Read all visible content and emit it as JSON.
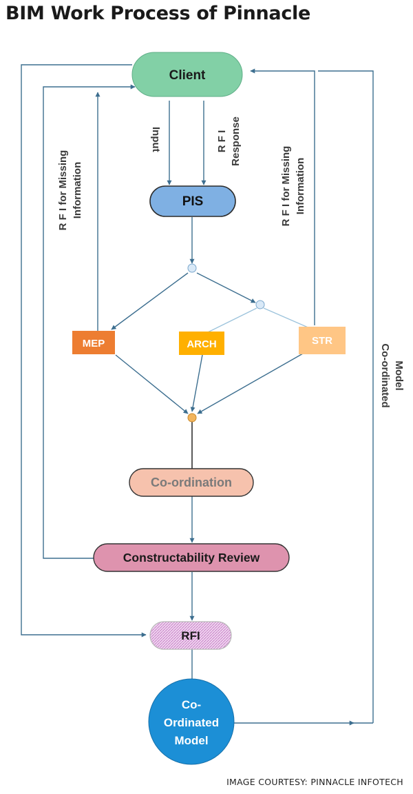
{
  "title": "BIM Work Process of Pinnacle",
  "credit": "IMAGE COURTESY: PINNACLE INFOTECH",
  "nodes": {
    "client": "Client",
    "pis": "PIS",
    "mep": "MEP",
    "arch": "ARCH",
    "str": "STR",
    "coordination": "Co-ordination",
    "constructability": "Constructability Review",
    "rfi": "RFI",
    "model_line1": "Co-",
    "model_line2": "Ordinated",
    "model_line3": "Model"
  },
  "edge_labels": {
    "input": "Input",
    "rfi_response_1": "R F I",
    "rfi_response_2": "Response",
    "rfi_missing_left_1": "R F I for Missing",
    "rfi_missing_left_2": "Information",
    "rfi_missing_right_1": "R F I for Missing",
    "rfi_missing_right_2": "Information",
    "coordinated_model_1": "Co-ordinated",
    "coordinated_model_2": "Model"
  },
  "colors": {
    "client": "#82d0a6",
    "pis": "#7fb0e3",
    "mep": "#ed7d31",
    "arch": "#ffb000",
    "str": "#ffc685",
    "coordination": "#f6c2ad",
    "constructability": "#de93ae",
    "rfi": "#e3b2e3",
    "model": "#1c8fd6",
    "connector": "#3c6e8f"
  }
}
